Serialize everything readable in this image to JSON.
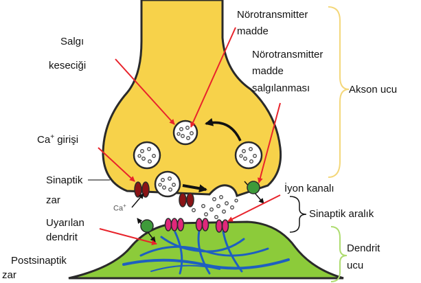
{
  "labels": {
    "nt_madde_1": "Nörotransmitter",
    "nt_madde_2": "madde",
    "salgi_1": "Salgı",
    "salgi_2": "keseciği",
    "nt_salgi_1": "Nörotransmitter",
    "nt_salgi_2": "madde",
    "nt_salgi_3": "salgılanması",
    "akson": "Akson ucu",
    "ca_main": "Ca",
    "ca_sup": "+",
    "ca_suffix": " girişi",
    "sinaptik_zar_1": "Sinaptik",
    "sinaptik_zar_2": "zar",
    "ca_ion": "Ca",
    "ca_ion_sup": "+",
    "iyon": "İyon kanalı",
    "aralik": "Sinaptik aralık",
    "uyarilan_1": "Uyarılan",
    "uyarilan_2": "dendrit",
    "dendrit_1": "Dendrit",
    "dendrit_2": "ucu",
    "post_1": "Postsinaptik",
    "post_2": "zar"
  },
  "colors": {
    "axon_fill": "#F7D24A",
    "dendrite_fill": "#8CCB3A",
    "channel_red": "#8A1416",
    "receptor_pink": "#E0287A",
    "pump_green": "#3E9A3A",
    "pointer_red": "#E8232B",
    "axon_brace": "#F4D77A",
    "dendrite_brace": "#AEDC70",
    "fiber_blue": "#1E5FC0"
  }
}
